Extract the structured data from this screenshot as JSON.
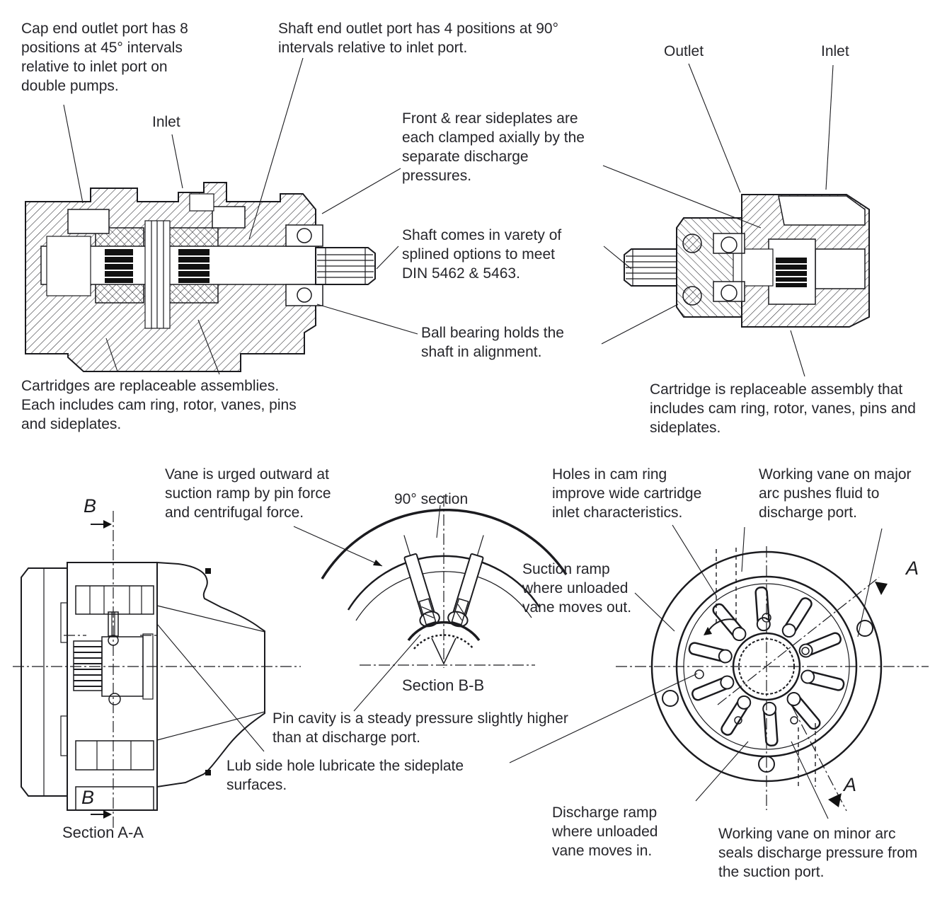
{
  "page": {
    "background": "#ffffff",
    "ink": "#1b1b1f"
  },
  "annotations": {
    "cap_end_outlet": "Cap end outlet port has 8 positions at 45° intervals relative to inlet port on double pumps.",
    "shaft_end_outlet": "Shaft end outlet port has 4 positions at 90° intervals relative to inlet port.",
    "inlet_left": "Inlet",
    "outlet_right": "Outlet",
    "inlet_right": "Inlet",
    "sideplates": "Front & rear sideplates are each clamped axially by the separate discharge pressures.",
    "shaft_splines": "Shaft comes in varety of splined options to meet DIN 5462 & 5463.",
    "ball_bearing": "Ball bearing holds the shaft in alignment.",
    "cartridges_left": "Cartridges are replaceable assemblies. Each includes cam ring, rotor, vanes, pins and sideplates.",
    "cartridge_right": "Cartridge is replaceable assembly that includes cam ring, rotor, vanes, pins and sideplates.",
    "vane_urged": "Vane is urged outward at suction ramp by pin force and centrifugal force.",
    "ninety_section": "90° section",
    "holes_cam_ring": "Holes in cam ring improve wide cartridge inlet characteristics.",
    "working_major": "Working vane on major arc pushes fluid to discharge port.",
    "suction_ramp": "Suction ramp where unloaded vane moves out.",
    "section_bb": "Section B-B",
    "pin_cavity": "Pin cavity is a steady pressure slightly higher than at discharge port.",
    "lub_hole": "Lub side hole lubricate the sideplate surfaces.",
    "discharge_ramp": "Discharge ramp where unloaded vane moves in.",
    "working_minor": "Working vane on minor arc seals discharge pressure from the suction port.",
    "section_aa": "Section A-A",
    "marker_a": "A",
    "marker_b": "B"
  }
}
